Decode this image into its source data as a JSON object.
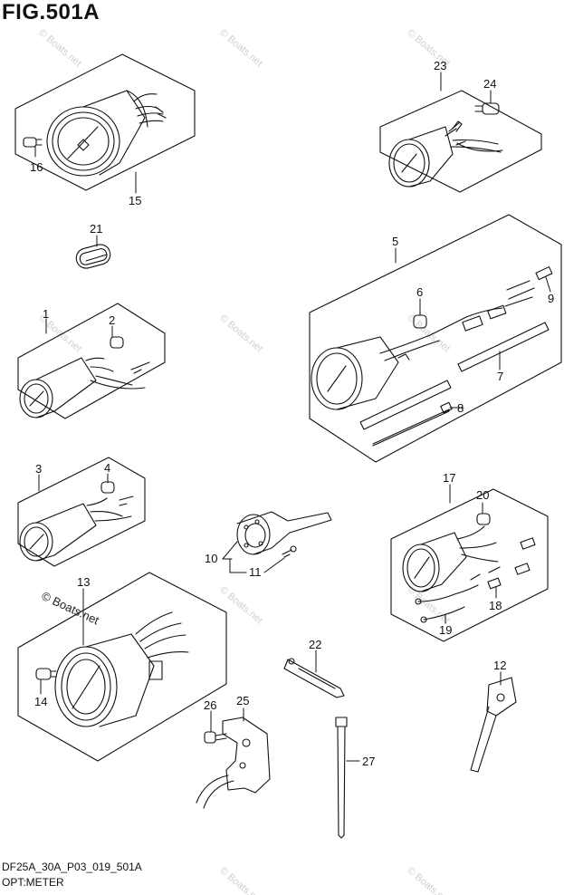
{
  "figure": {
    "title": "FIG.501A",
    "code": "DF25A_30A_P03_019_501A",
    "name": "OPT:METER"
  },
  "watermark": "© Boats.net",
  "callouts": [
    "1",
    "2",
    "3",
    "4",
    "5",
    "6",
    "7",
    "8",
    "9",
    "10",
    "11",
    "12",
    "13",
    "14",
    "15",
    "16",
    "17",
    "18",
    "19",
    "20",
    "21",
    "22",
    "23",
    "24",
    "25",
    "26",
    "27"
  ],
  "colors": {
    "ink": "#111111",
    "watermark": "#cfcfcf"
  }
}
